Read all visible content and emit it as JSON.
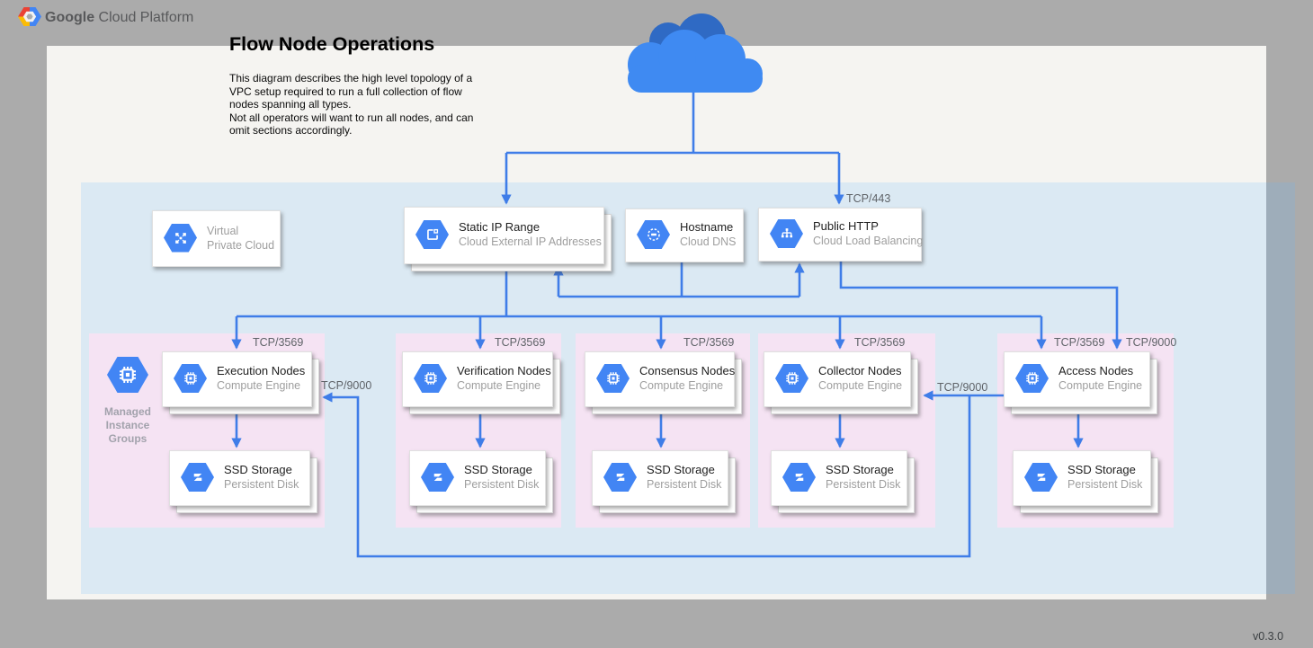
{
  "header": {
    "brand_bold": "Google",
    "brand_light": " Cloud Platform"
  },
  "canvas": {
    "title": "Flow Node Operations",
    "description": "This diagram describes the high level topology of a\nVPC setup required to run a full collection of flow\nnodes spanning all types.\nNot all operators will want to run all nodes, and can\nomit sections accordingly.",
    "version": "v0.3.0"
  },
  "ports": {
    "https": "TCP/443",
    "flow": "TCP/3569",
    "collection": "TCP/9000"
  },
  "services": {
    "vpc": {
      "line1": "Virtual",
      "line2": "Private Cloud"
    },
    "static_ip": {
      "title": "Static IP Range",
      "subtitle": "Cloud External IP Addresses"
    },
    "hostname": {
      "title": "Hostname",
      "subtitle": "Cloud DNS"
    },
    "public_http": {
      "title": "Public HTTP",
      "subtitle": "Cloud Load Balancing"
    }
  },
  "mig": {
    "label": "Managed Instance Groups"
  },
  "node_groups": [
    {
      "id": "execution",
      "node": {
        "title": "Execution Nodes",
        "subtitle": "Compute Engine"
      },
      "storage": {
        "title": "SSD Storage",
        "subtitle": "Persistent Disk"
      }
    },
    {
      "id": "verification",
      "node": {
        "title": "Verification Nodes",
        "subtitle": "Compute Engine"
      },
      "storage": {
        "title": "SSD Storage",
        "subtitle": "Persistent Disk"
      }
    },
    {
      "id": "consensus",
      "node": {
        "title": "Consensus Nodes",
        "subtitle": "Compute Engine"
      },
      "storage": {
        "title": "SSD Storage",
        "subtitle": "Persistent Disk"
      }
    },
    {
      "id": "collector",
      "node": {
        "title": "Collector Nodes",
        "subtitle": "Compute Engine"
      },
      "storage": {
        "title": "SSD Storage",
        "subtitle": "Persistent Disk"
      }
    },
    {
      "id": "access",
      "node": {
        "title": "Access Nodes",
        "subtitle": "Compute Engine"
      },
      "storage": {
        "title": "SSD Storage",
        "subtitle": "Persistent Disk"
      }
    }
  ],
  "icons": {
    "brand": "gcp-hexagon-logo",
    "internet": "cloud-icon",
    "vpc": "vpc-icon",
    "static_ip": "external-ip-icon",
    "hostname": "cloud-dns-icon",
    "public_http": "load-balancing-icon",
    "node": "compute-engine-icon",
    "storage": "persistent-disk-icon",
    "mig": "compute-engine-icon"
  },
  "colors": {
    "accent": "#4285f4",
    "line": "#3f7de8",
    "group_bg": "#f5e3f3",
    "vpc_bg": "rgba(105,185,255,0.19)",
    "sheet": "#f5f4f1",
    "body_bg": "#ababab",
    "cloud_dark": "#2f6ac4",
    "cloud_light": "#3f8af2"
  }
}
